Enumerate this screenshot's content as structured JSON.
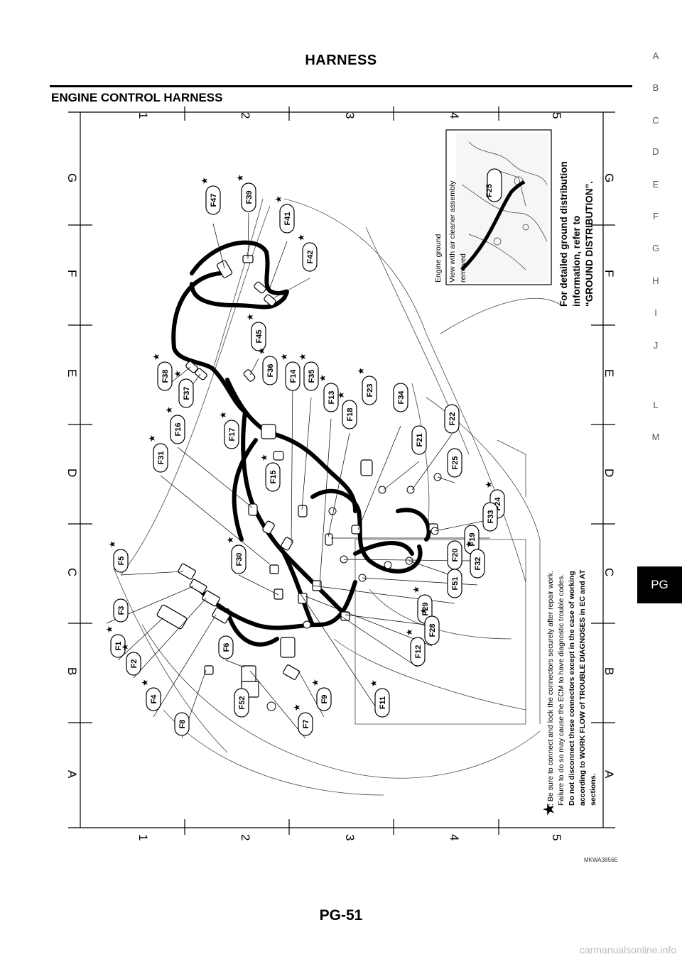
{
  "header": {
    "title": "HARNESS"
  },
  "section": {
    "title": "ENGINE CONTROL HARNESS"
  },
  "side_index": [
    "A",
    "B",
    "C",
    "D",
    "E",
    "F",
    "G",
    "H",
    "I",
    "J",
    "PG",
    "L",
    "M"
  ],
  "active_tab": "PG",
  "grid": {
    "numbers": [
      "1",
      "2",
      "3",
      "4",
      "5"
    ],
    "letters": [
      "G",
      "F",
      "E",
      "D",
      "C",
      "B",
      "A"
    ]
  },
  "connectors": [
    {
      "id": "F47",
      "star": true
    },
    {
      "id": "F39",
      "star": true
    },
    {
      "id": "F41",
      "star": true
    },
    {
      "id": "F42",
      "star": true
    },
    {
      "id": "F45",
      "star": true
    },
    {
      "id": "F38",
      "star": true
    },
    {
      "id": "F37",
      "star": true
    },
    {
      "id": "F36",
      "star": true
    },
    {
      "id": "F14",
      "star": true
    },
    {
      "id": "F35",
      "star": true
    },
    {
      "id": "F13",
      "star": true
    },
    {
      "id": "F23",
      "star": true
    },
    {
      "id": "F18",
      "star": true
    },
    {
      "id": "F34",
      "star": false
    },
    {
      "id": "F16",
      "star": true
    },
    {
      "id": "F17",
      "star": true
    },
    {
      "id": "F31",
      "star": true
    },
    {
      "id": "F15",
      "star": true
    },
    {
      "id": "F21",
      "star": false
    },
    {
      "id": "F22",
      "star": false
    },
    {
      "id": "F25",
      "star": false
    },
    {
      "id": "F24",
      "star": true
    },
    {
      "id": "F33",
      "star": false
    },
    {
      "id": "F19",
      "star": false
    },
    {
      "id": "F20",
      "star": false
    },
    {
      "id": "F30",
      "star": true
    },
    {
      "id": "F5",
      "star": true
    },
    {
      "id": "F32",
      "star": true
    },
    {
      "id": "F51",
      "star": false
    },
    {
      "id": "F29",
      "star": true
    },
    {
      "id": "F28",
      "star": true
    },
    {
      "id": "F3",
      "star": false
    },
    {
      "id": "F1",
      "star": true
    },
    {
      "id": "F12",
      "star": true
    },
    {
      "id": "F6",
      "star": false
    },
    {
      "id": "F9",
      "star": true
    },
    {
      "id": "F2",
      "star": true
    },
    {
      "id": "F4",
      "star": true
    },
    {
      "id": "F52",
      "star": false
    },
    {
      "id": "F7",
      "star": true
    },
    {
      "id": "F11",
      "star": true
    },
    {
      "id": "F8",
      "star": false
    }
  ],
  "inset": {
    "title": "Engine ground",
    "caption_line1": "View with air cleaner assembly",
    "caption_line2": "removed",
    "connector": "F25",
    "note_line1": "For detailed ground distribution",
    "note_line2": "information, refer to",
    "note_line3": "“GROUND DISTRIBUTION”."
  },
  "notes": {
    "line1": ": Be sure to connect and lock the connectors securely after repair work.",
    "line2": "Failure to do so may cause the ECM to have diagnostic trouble codes.",
    "line3": "Do not disconnect these connectors except in the case of working",
    "line4": "according to WORK FLOW of TROUBLE DIAGNOSES in EC and AT",
    "line5": "sections."
  },
  "figure_code": "MKWA3856E",
  "page_number": "PG-51",
  "watermark": "carmanualsonline.info"
}
